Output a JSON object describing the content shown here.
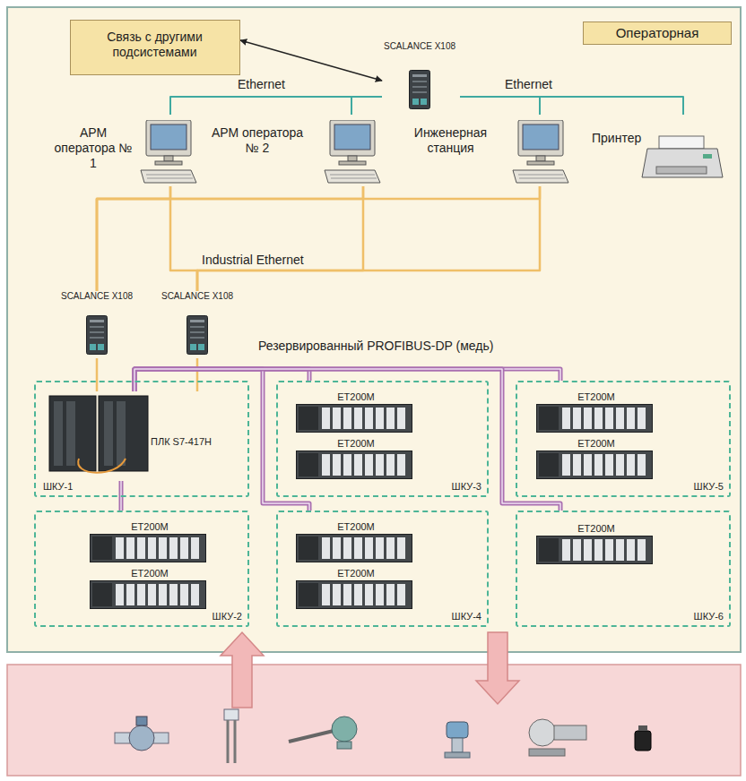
{
  "diagram": {
    "nodes": [
      {
        "text": [
          "Операторная"
        ]
      },
      {
        "text": [
          "Связь с другими подсистемами"
        ],
        "in": 0
      },
      {
        "text": [
          "SCALANCE X108"
        ],
        "in": 0
      },
      {
        "text": [
          "АРМ оператора № 1"
        ],
        "in": 0
      },
      {
        "text": [
          "АРМ оператора № 2"
        ],
        "in": 0
      },
      {
        "text": [
          "Инженерная станция"
        ],
        "in": 0
      },
      {
        "text": [
          "Принтер"
        ],
        "in": 0
      },
      {
        "text": [
          "SCALANCE X108"
        ],
        "in": 0
      },
      {
        "text": [
          "SCALANCE X108"
        ],
        "in": 0
      },
      {
        "text": [
          "ШКУ-1"
        ],
        "in": 0
      },
      {
        "text": [
          "ПЛК S7-417H"
        ],
        "in": 9
      },
      {
        "text": [
          "ШКУ-3"
        ],
        "in": 0
      },
      {
        "text": [
          "ET200M"
        ],
        "in": 11
      },
      {
        "text": [
          "ET200M"
        ],
        "in": 11
      },
      {
        "text": [
          "ШКУ-5"
        ],
        "in": 0
      },
      {
        "text": [
          "ET200M"
        ],
        "in": 14
      },
      {
        "text": [
          "ET200M"
        ],
        "in": 14
      },
      {
        "text": [
          "ШКУ-2"
        ],
        "in": 0
      },
      {
        "text": [
          "ET200M"
        ],
        "in": 17
      },
      {
        "text": [
          "ET200M"
        ],
        "in": 17
      },
      {
        "text": [
          "ШКУ-4"
        ],
        "in": 0
      },
      {
        "text": [
          "ET200M"
        ],
        "in": 20
      },
      {
        "text": [
          "ET200M"
        ],
        "in": 20
      },
      {
        "text": [
          "ШКУ-6"
        ],
        "in": 0
      },
      {
        "text": [
          "ET200M"
        ],
        "in": 23
      }
    ],
    "edges": [
      {
        "from": 1,
        "to": 2,
        "arrow": "both"
      },
      {
        "from": 2,
        "to": 3,
        "arrow": "none",
        "label": "Ethernet"
      },
      {
        "from": 2,
        "to": 4,
        "arrow": "none"
      },
      {
        "from": 2,
        "to": 5,
        "arrow": "none"
      },
      {
        "from": 2,
        "to": 6,
        "arrow": "none",
        "label": "Ethernet"
      },
      {
        "from": 3,
        "to": 7,
        "arrow": "none"
      },
      {
        "from": 4,
        "to": 7,
        "arrow": "none"
      },
      {
        "from": 5,
        "to": 7,
        "arrow": "none"
      },
      {
        "from": 3,
        "to": 8,
        "arrow": "none"
      },
      {
        "from": 4,
        "to": 8,
        "arrow": "none"
      },
      {
        "from": 5,
        "to": 8,
        "arrow": "none"
      },
      {
        "from": 7,
        "to": 10,
        "arrow": "none"
      },
      {
        "from": 8,
        "to": 10,
        "arrow": "none"
      },
      {
        "from": 10,
        "to": 11,
        "arrow": "none"
      },
      {
        "from": 10,
        "to": 14,
        "arrow": "none"
      },
      {
        "from": 10,
        "to": 17,
        "arrow": "none"
      },
      {
        "from": 10,
        "to": 20,
        "arrow": "none"
      },
      {
        "from": 10,
        "to": 23,
        "arrow": "none"
      }
    ],
    "labels": [
      "Industrial Ethernet",
      "Резервированный PROFIBUS-DP (медь)"
    ]
  }
}
